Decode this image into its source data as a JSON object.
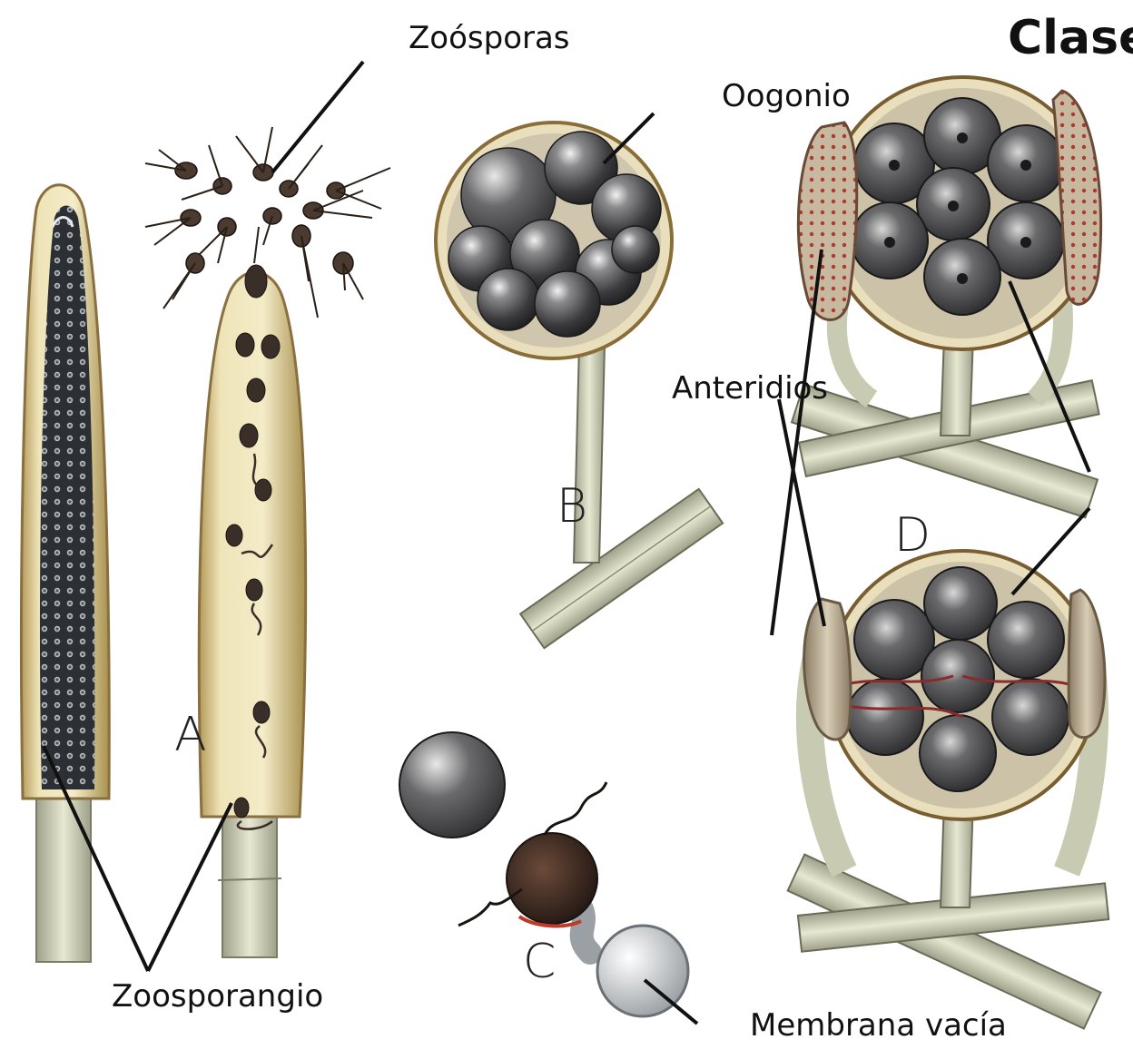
{
  "title": "Clase",
  "labels": {
    "zoosporas": "Zoósporas",
    "oogonio": "Oogonio",
    "anteridios": "Anteridios",
    "zoosporangio": "Zoosporangio",
    "membrana": "Membrana vacía"
  },
  "letters": {
    "a": "A",
    "b": "B",
    "c": "C",
    "d": "D"
  },
  "colors": {
    "sporangium_wall": "#e9dcae",
    "sporangium_edge": "#a88a4a",
    "sphere_dark": "#3a3a3c",
    "sphere_light": "#e8e8e8",
    "antheridium_red": "#b84a3a",
    "hypha": "#cfd2b4"
  }
}
